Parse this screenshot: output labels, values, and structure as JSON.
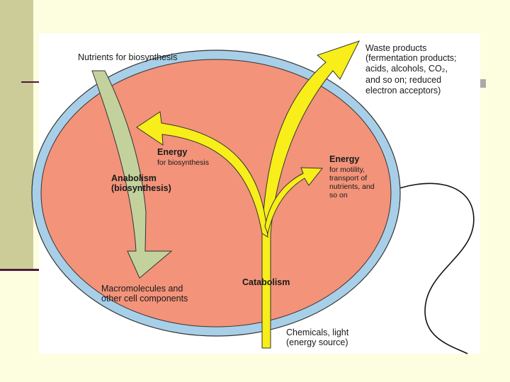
{
  "labels": {
    "nutrients": "Nutrients for biosynthesis",
    "waste_line1": "Waste products",
    "waste_line2": "(fermentation products;",
    "waste_line3": "acids, alcohols, CO₂,",
    "waste_line4": "and so on; reduced",
    "waste_line5": "electron acceptors)",
    "energy_bio_title": "Energy",
    "energy_bio_sub": "for biosynthesis",
    "anabolism": "Anabolism\n(biosynthesis)",
    "energy_mot_title": "Energy",
    "energy_mot_sub": "for motility,\ntransport of\nnutrients, and\nso on",
    "macromolecules": "Macromolecules and\n  other cell components",
    "catabolism": "Catabolism",
    "chemicals": "Chemicals, light\n(energy source)"
  },
  "colors": {
    "cell_fill": "#f2937a",
    "membrane": "#a8cfe8",
    "anabolic_arrow": "#c3d29c",
    "catabolic_arrow": "#f7ee1a",
    "slide_bg": "#fdfde0",
    "band": "#cccc99"
  }
}
